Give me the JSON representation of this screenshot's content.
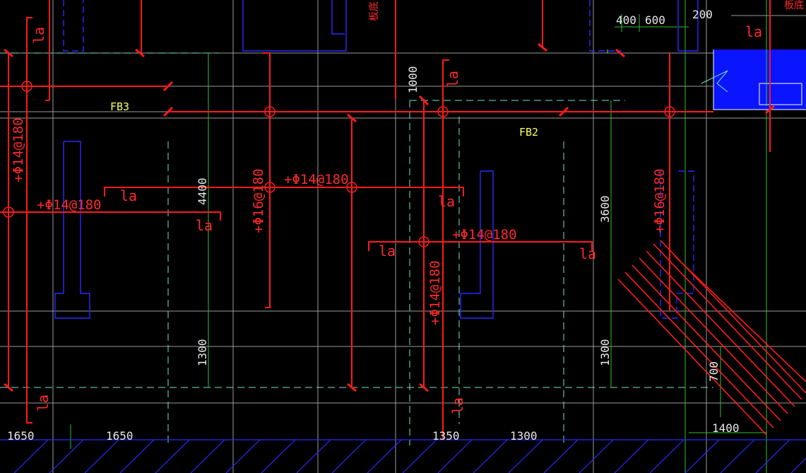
{
  "colors": {
    "background": "#000000",
    "rebar": "#ff1a1a",
    "axis_gray": "#bfbfbf",
    "beam_cyan": "#7fffd4",
    "wall_blue": "#2a2aff",
    "dim_green": "#33cc33",
    "dim_text": "#e8e8e8",
    "slab_label": "#ffff66",
    "fill_blue": "#0a14ff"
  },
  "slab_labels": {
    "fb3": "FB3",
    "fb2": "FB2"
  },
  "rebar_labels": {
    "phi14_180": "+Φ14@180",
    "phi16_180": "+Φ16@180",
    "la": "la"
  },
  "dimensions": {
    "d4400": "4400",
    "d1300": "1300",
    "d3600": "3600",
    "d1000": "1000",
    "d700": "700",
    "d400": "400",
    "d600": "600",
    "d200": "200",
    "d1650": "1650",
    "d1350": "1350",
    "d1400": "1400"
  },
  "top_labels": {
    "slab_edge_1": "板底",
    "slab_edge_2": "板底"
  }
}
